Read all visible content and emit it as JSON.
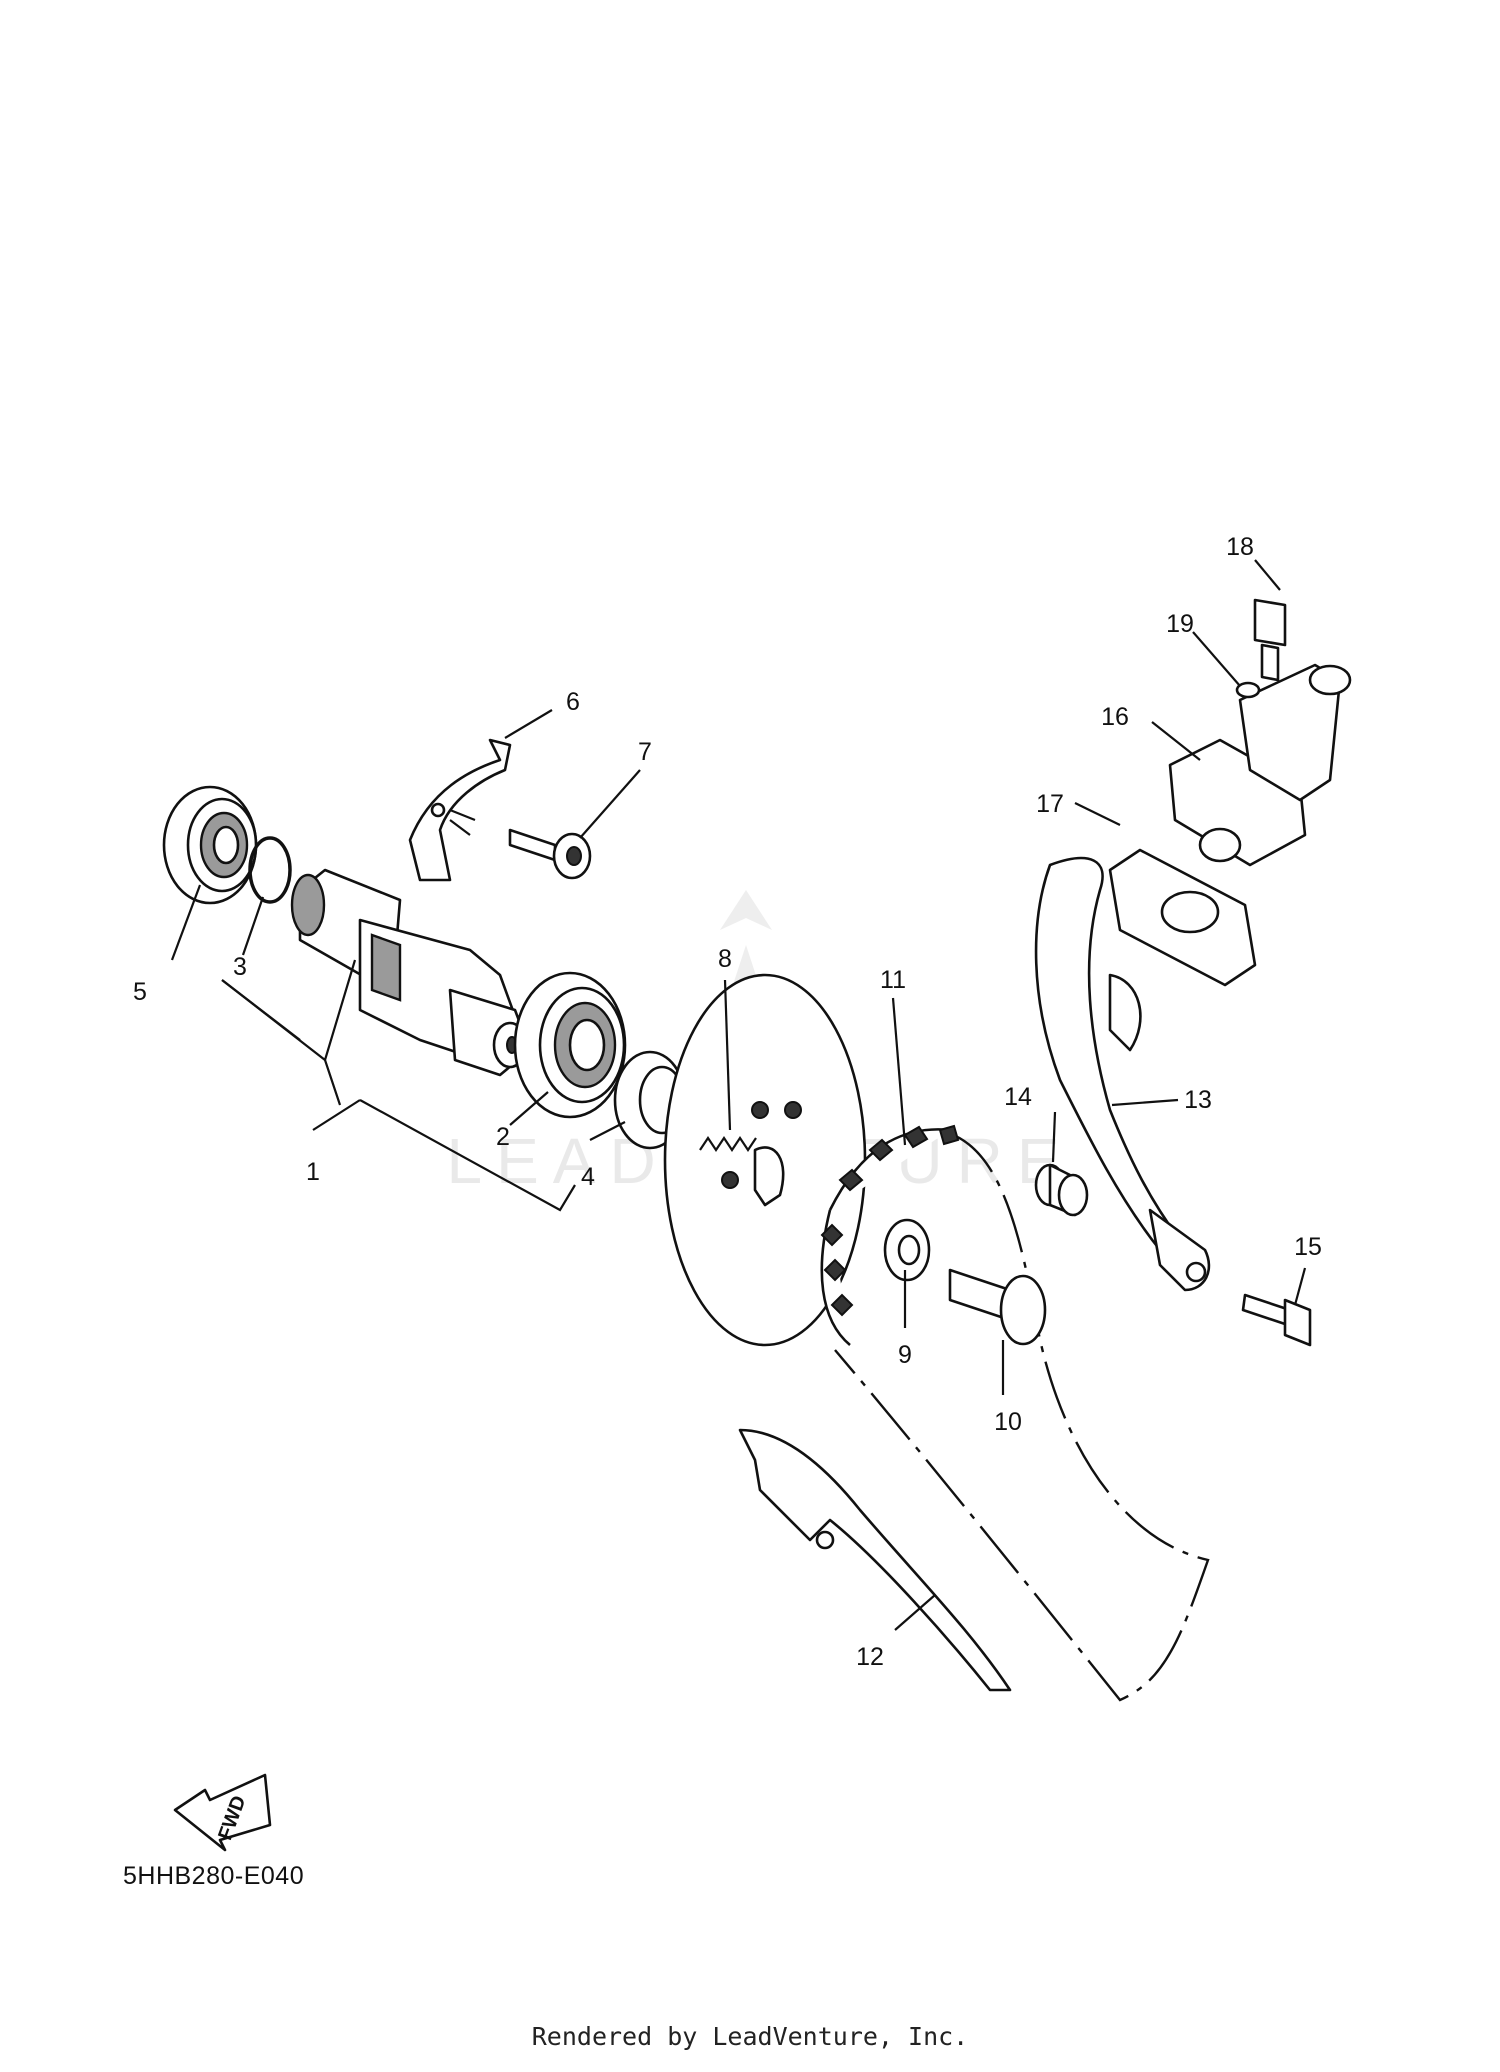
{
  "diagram": {
    "code": "5HHB280-E040",
    "credit": "Rendered by LeadVenture, Inc.",
    "watermark": "LEADVENTURE",
    "fwd_label": "FWD",
    "callouts": [
      "1",
      "2",
      "3",
      "4",
      "5",
      "6",
      "7",
      "8",
      "9",
      "10",
      "11",
      "12",
      "13",
      "14",
      "15",
      "16",
      "17",
      "18",
      "19"
    ]
  }
}
